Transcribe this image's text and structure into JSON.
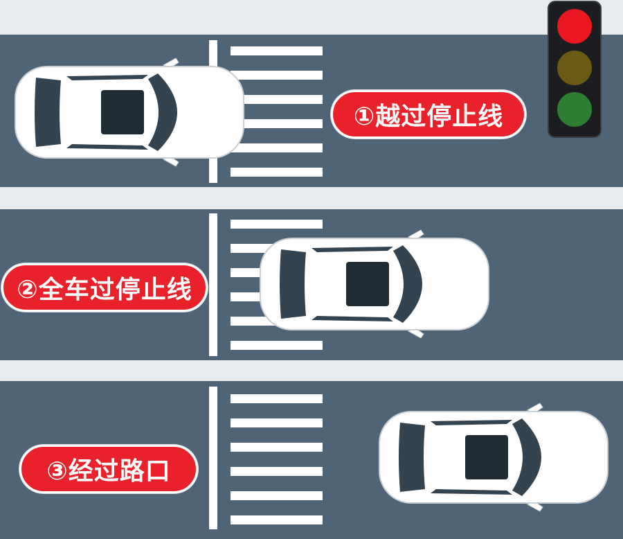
{
  "steps": [
    {
      "label": "①越过停止线"
    },
    {
      "label": "②全车过停止线"
    },
    {
      "label": "③经过路口"
    }
  ],
  "traffic_light": {
    "active": "red",
    "colors": {
      "red": "#e81722",
      "yellow": "#6b5a16",
      "green": "#2e7d32"
    }
  },
  "colors": {
    "road": "#4f6577",
    "sidewalk": "#e9ecef",
    "marking": "#ffffff",
    "label_bg": "#e9212a",
    "car_body": "#ffffff"
  }
}
